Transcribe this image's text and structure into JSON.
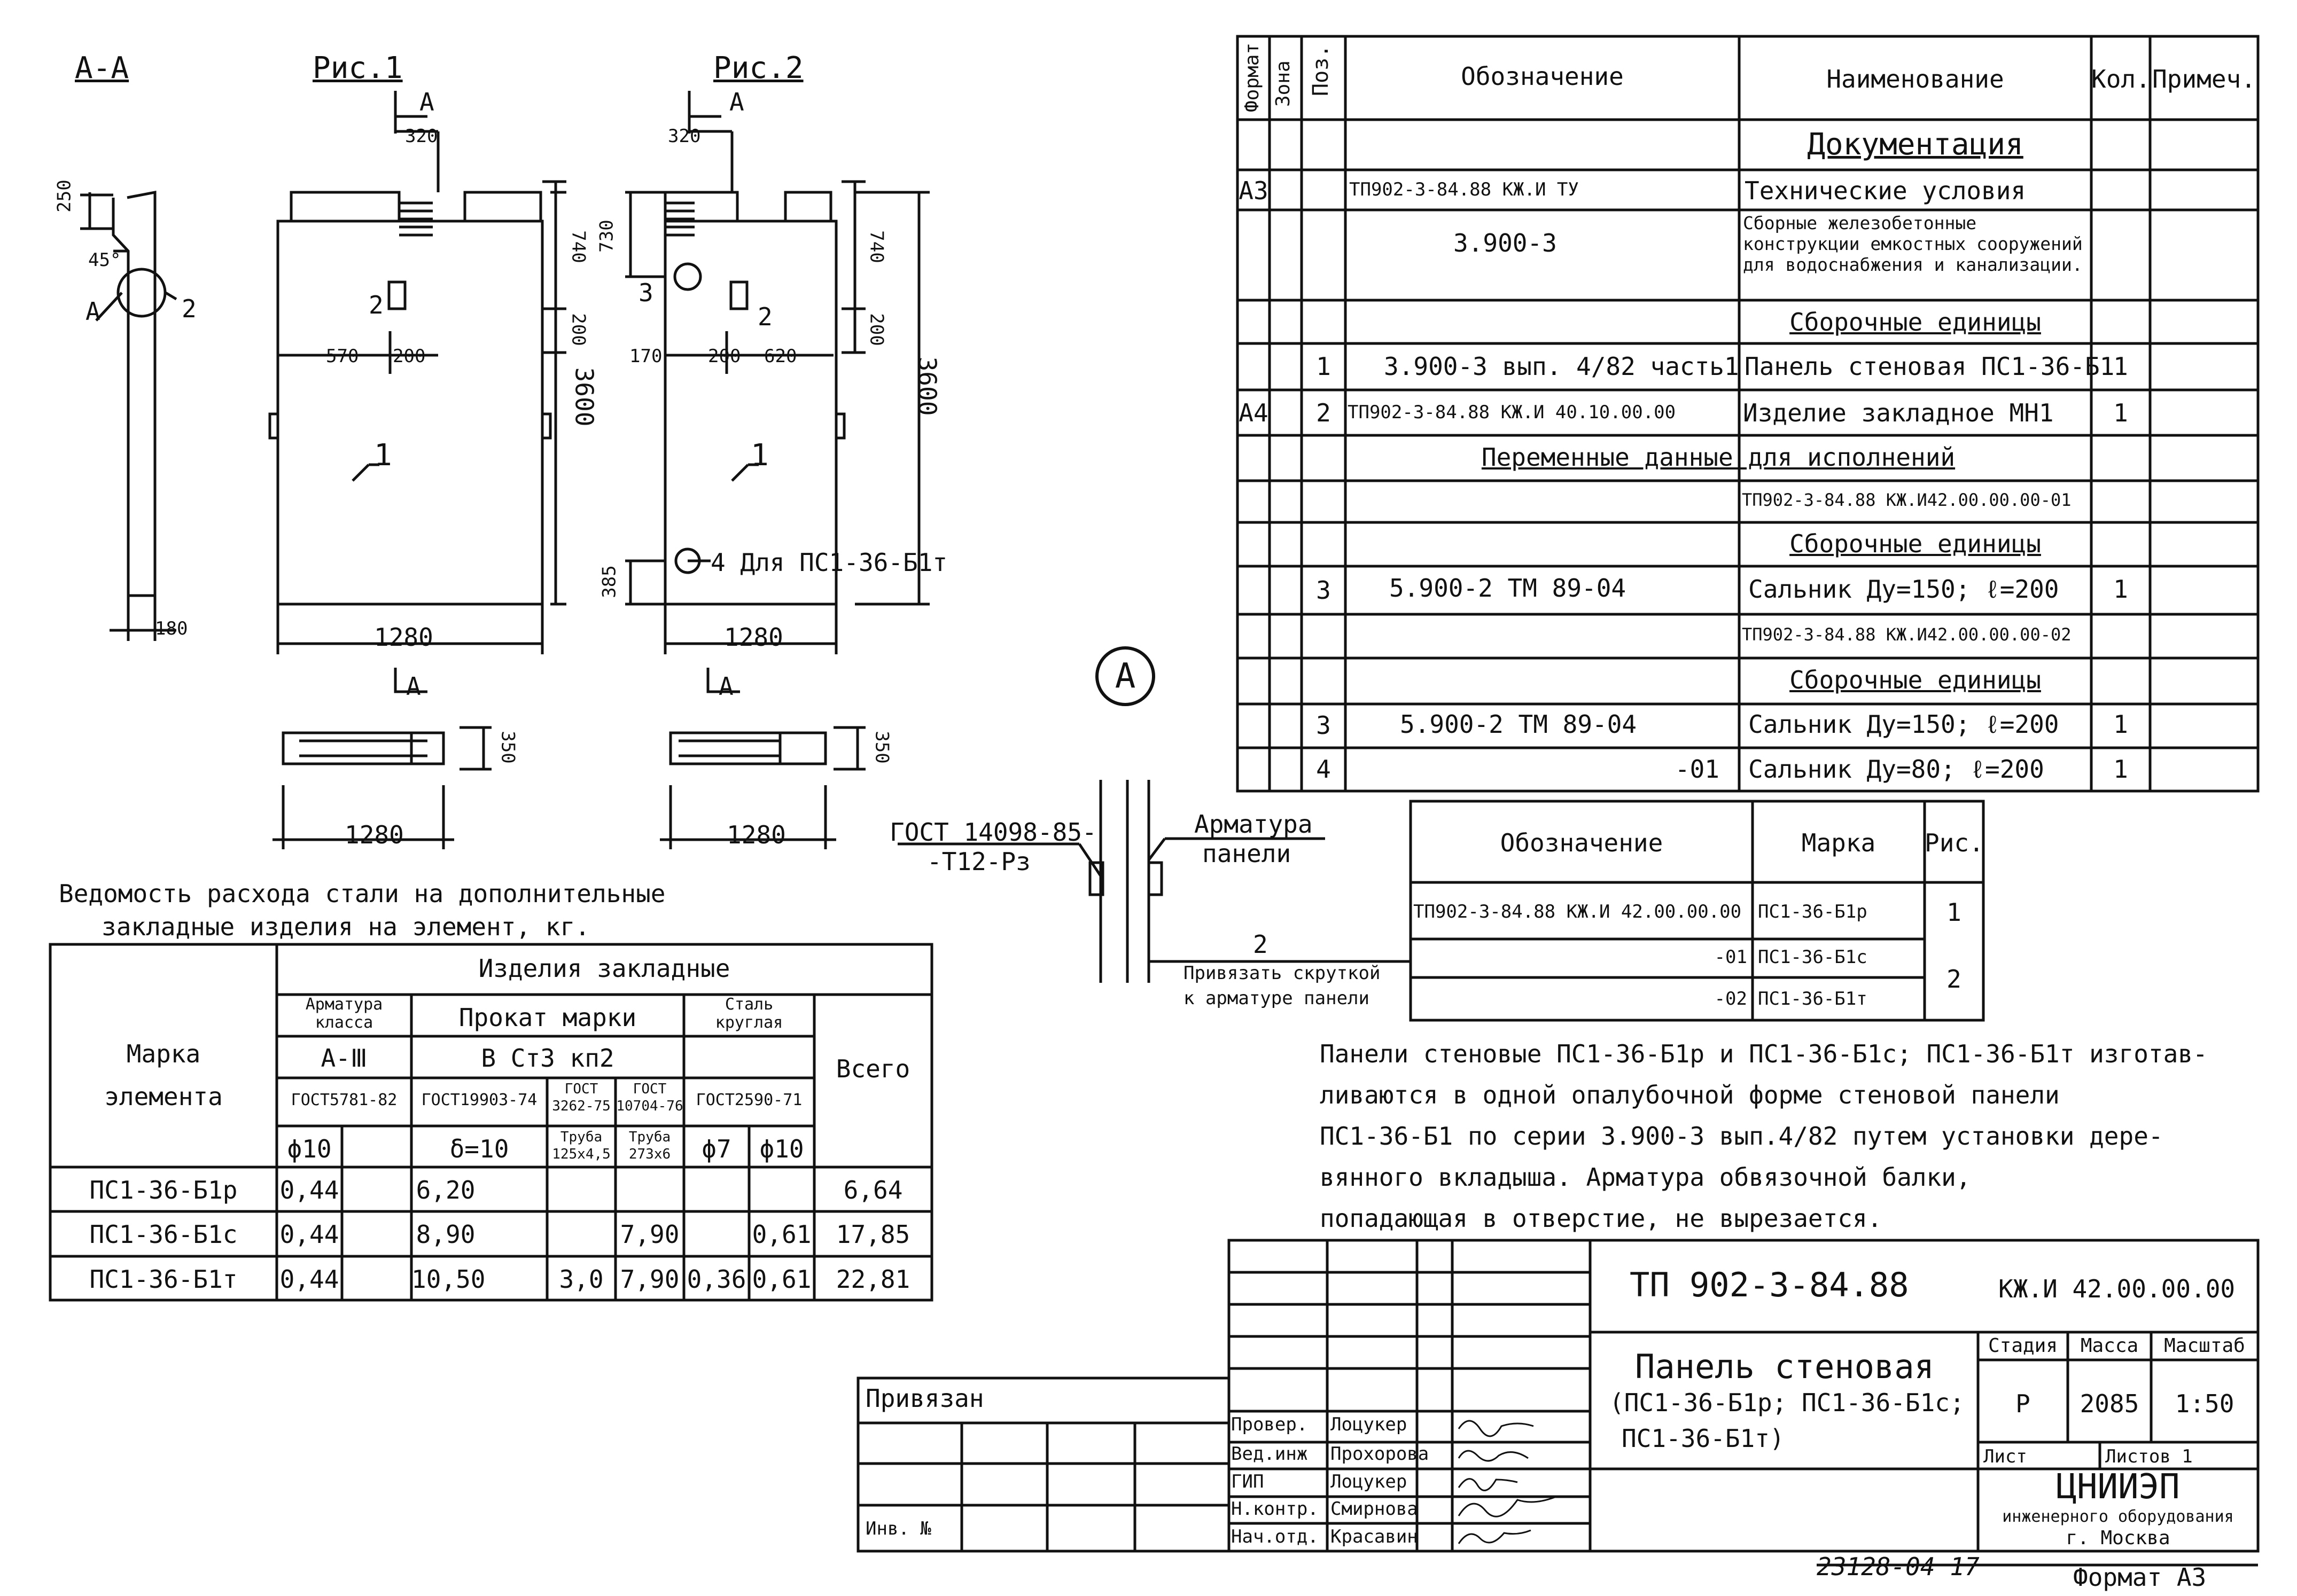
{
  "section_label": "А-А",
  "fig1_label": "Рис.1",
  "fig2_label": "Рис.2",
  "callout_A": "А",
  "dims": {
    "d250": "250",
    "d45": "45°",
    "dA": "А",
    "d2": "2",
    "d180": "180",
    "f1_320": "320",
    "f1_740": "740",
    "f1_200v": "200",
    "f1_3600": "3600",
    "f1_570": "570",
    "f1_200": "200",
    "f1_1280": "1280",
    "f1_2": "2",
    "f1_1": "1",
    "f1_350": "350",
    "f1_1280b": "1280",
    "f1_secA": "А",
    "f1_secA2": "А",
    "f2_320": "320",
    "f2_730": "730",
    "f2_740": "740",
    "f2_200v": "200",
    "f2_3600": "3600",
    "f2_3": "3",
    "f2_170": "170",
    "f2_200": "200",
    "f2_620": "620",
    "f2_2": "2",
    "f2_1": "1",
    "f2_385": "385",
    "f2_4": "4 Для ПС1-36-Б1т",
    "f2_1280": "1280",
    "f2_350": "350",
    "f2_1280b": "1280",
    "f2_secA": "А",
    "f2_secA2": "А"
  },
  "detail": {
    "gost": "ГОСТ 14098-85-",
    "gost2": "-Т12-Рз",
    "rebar1": "Арматура",
    "rebar2": "панели",
    "num2": "2",
    "tie1": "Привязать скруткой",
    "tie2": "к арматуре панели"
  },
  "spec": {
    "headers": {
      "format": "Формат",
      "zone": "Зона",
      "pos": "Поз.",
      "designation": "Обозначение",
      "name": "Наименование",
      "qty": "Кол.",
      "note": "Примеч."
    },
    "rows": [
      {
        "fmt": "",
        "pos": "",
        "des": "",
        "name": "Документация",
        "qty": "",
        "heading": true
      },
      {
        "fmt": "А3",
        "pos": "",
        "des": "ТП902-3-84.88       КЖ.И   ТУ",
        "name": "Технические условия",
        "qty": ""
      },
      {
        "fmt": "",
        "pos": "",
        "des": "3.900-3",
        "name": "Сборные железобетонные конструкции емкостных сооружений для водоснабжения и канализации.",
        "qty": ""
      },
      {
        "fmt": "",
        "pos": "",
        "des": "",
        "name": "Сборочные единицы",
        "qty": "",
        "heading": true
      },
      {
        "fmt": "",
        "pos": "1",
        "des": "3.900-3 вып. 4/82 часть1",
        "name": "Панель стеновая ПС1-36-Б1",
        "qty": "1"
      },
      {
        "fmt": "А4",
        "pos": "2",
        "des": "ТП902-3-84.88    КЖ.И 40.10.00.00",
        "name": "Изделие закладное МН1",
        "qty": "1"
      },
      {
        "fmt": "",
        "pos": "",
        "des": "",
        "name": "Переменные данные для исполнений",
        "qty": "",
        "wide": true
      },
      {
        "fmt": "",
        "pos": "",
        "des": "",
        "name": "ТП902-3-84.88  КЖ.И42.00.00.00-01",
        "qty": ""
      },
      {
        "fmt": "",
        "pos": "",
        "des": "",
        "name": "Сборочные единицы",
        "qty": "",
        "heading": true
      },
      {
        "fmt": "",
        "pos": "3",
        "des": "5.900-2   ТМ 89-04",
        "name": "Сальник Ду=150; ℓ=200",
        "qty": "1"
      },
      {
        "fmt": "",
        "pos": "",
        "des": "",
        "name": "ТП902-3-84.88  КЖ.И42.00.00.00-02",
        "qty": ""
      },
      {
        "fmt": "",
        "pos": "",
        "des": "",
        "name": "Сборочные единицы",
        "qty": "",
        "heading": true
      },
      {
        "fmt": "",
        "pos": "3",
        "des": "5.900-2  ТМ 89-04",
        "name": "Сальник Ду=150; ℓ=200",
        "qty": "1"
      },
      {
        "fmt": "",
        "pos": "4",
        "des": "-01",
        "name": "Сальник Ду=80; ℓ=200",
        "qty": "1"
      }
    ]
  },
  "marks": {
    "headers": {
      "des": "Обозначение",
      "mark": "Марка",
      "fig": "Рис."
    },
    "rows": [
      {
        "des": "ТП902-3-84.88  КЖ.И 42.00.00.00",
        "mark": "ПС1-36-Б1р",
        "fig": "1"
      },
      {
        "des": "-01",
        "mark": "ПС1-36-Б1с",
        "fig": "2"
      },
      {
        "des": "-02",
        "mark": "ПС1-36-Б1т",
        "fig": ""
      }
    ]
  },
  "note": [
    "Панели стеновые ПС1-36-Б1р и ПС1-36-Б1с; ПС1-36-Б1т изготав-",
    "ливаются в одной опалубочной форме стеновой панели",
    "ПС1-36-Б1 по серии 3.900-3 вып.4/82 путем установки дере-",
    "вянного вкладыша. Арматура обвязочной балки,",
    "попадающая в отверстие, не вырезается."
  ],
  "steel": {
    "title1": "Ведомость расхода стали на дополнительные",
    "title2": "закладные изделия на элемент, кг.",
    "mark_elem": "Марка элемента",
    "mark1": "Марка",
    "mark2": "элемента",
    "items": "Изделия   закладные",
    "arm_class": "Арматура класса",
    "arm_class1": "Арматура",
    "arm_class2": "класса",
    "prokat": "Прокат марки",
    "steel_round": "Сталь круглая",
    "steel_round1": "Сталь",
    "steel_round2": "круглая",
    "total": "Всего",
    "a3": "А-Ⅲ",
    "vst": "В Ст3 кп2",
    "gost5781": "ГОСТ5781-82",
    "gost19903": "ГОСТ19903-74",
    "gost3262a": "ГОСТ",
    "gost3262b": "3262-75",
    "gost10704a": "ГОСТ",
    "gost10704b": "10704-76",
    "gost2590": "ГОСТ2590-71",
    "phi10": "ϕ10",
    "delta10": "δ=10",
    "pipe1a": "Труба",
    "pipe1b": "125х4,5",
    "pipe2a": "Труба",
    "pipe2b": "273х6",
    "phi7": "ϕ7",
    "phi10b": "ϕ10",
    "rows": [
      {
        "mark": "ПС1-36-Б1р",
        "a": "0,44",
        "p1": "6,20",
        "p2": "",
        "p3": "",
        "s7": "",
        "s10": "",
        "total": "6,64"
      },
      {
        "mark": "ПС1-36-Б1с",
        "a": "0,44",
        "p1": "8,90",
        "p2": "",
        "p3": "7,90",
        "s7": "",
        "s10": "0,61",
        "total": "17,85"
      },
      {
        "mark": "ПС1-36-Б1т",
        "a": "0,44",
        "p1": "10,50",
        "p2": "3,0",
        "p3": "7,90",
        "s7": "0,36",
        "s10": "0,61",
        "total": "22,81"
      }
    ]
  },
  "stamp": {
    "privyazan": "Привязан",
    "inv": "Инв. №",
    "project": "ТП 902-3-84.88",
    "code": "КЖ.И 42.00.00.00",
    "title1": "Панель стеновая",
    "title2": "(ПС1-36-Б1р; ПС1-36-Б1с;",
    "title3": "ПС1-36-Б1т)",
    "stage_h": "Стадия",
    "mass_h": "Масса",
    "scale_h": "Масштаб",
    "stage": "Р",
    "mass": "2085",
    "scale": "1:50",
    "sheet": "Лист",
    "sheets": "Листов 1",
    "org1": "ЦНИИЭП",
    "org2": "инженерного оборудования",
    "org3": "г. Москва",
    "roles": [
      {
        "role": "Провер.",
        "name": "Лоцукер"
      },
      {
        "role": "Вед.инж",
        "name": "Прохорова"
      },
      {
        "role": "ГИП",
        "name": "Лоцукер"
      },
      {
        "role": "Н.контр.",
        "name": "Смирнова"
      },
      {
        "role": "Нач.отд.",
        "name": "Красавин"
      }
    ]
  },
  "footer_num": "23128-04  17",
  "format": "Формат А3"
}
